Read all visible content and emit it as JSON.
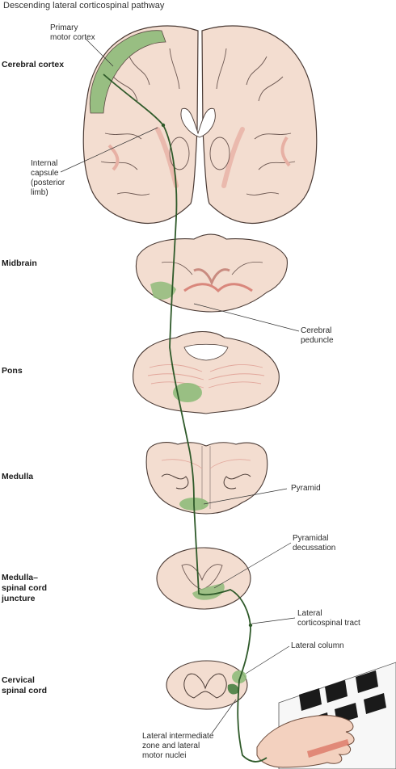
{
  "title": "Descending lateral corticospinal pathway",
  "levels": {
    "cerebral_cortex": "Cerebral cortex",
    "midbrain": "Midbrain",
    "pons": "Pons",
    "medulla": "Medulla",
    "medulla_spinal_juncture": "Medulla–\nspinal cord\njuncture",
    "cervical_spinal_cord": "Cervical\nspinal cord"
  },
  "structures": {
    "primary_motor_cortex": "Primary\nmotor cortex",
    "internal_capsule": "Internal\ncapsule\n(posterior\nlimb)",
    "cerebral_peduncle": "Cerebral\npeduncle",
    "pyramid": "Pyramid",
    "pyramidal_decussation": "Pyramidal\ndecussation",
    "lateral_corticospinal_tract": "Lateral\ncorticospinal tract",
    "lateral_column": "Lateral column",
    "lateral_intermediate_zone": "Lateral intermediate\nzone and lateral\nmotor nuclei"
  },
  "colors": {
    "tissue": "#f3ddd0",
    "tissue_outline": "#4a3a34",
    "motor_green": "#8fbb7a",
    "pathway": "#2f5a2a",
    "internal_red": "#e7b0a4"
  }
}
